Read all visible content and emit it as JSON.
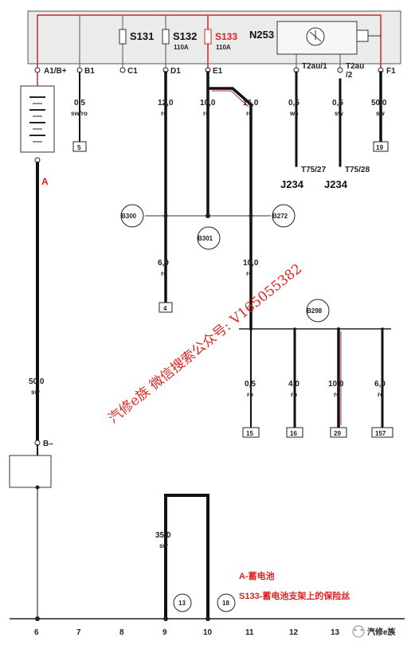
{
  "fuses": [
    {
      "id": "S131",
      "rating": ""
    },
    {
      "id": "S132",
      "rating": "110A"
    },
    {
      "id": "S133",
      "rating": "110A"
    }
  ],
  "module": "N253",
  "terminals": {
    "a1": "A1/B+",
    "b1": "B1",
    "c1": "C1",
    "d1": "D1",
    "e1": "E1",
    "t2au1": "T2au/1",
    "t2au2a": "T2au",
    "t2au2b": "/2",
    "f1": "F1",
    "bminus": "B–"
  },
  "component_labels": {
    "battery": "A"
  },
  "wires": [
    {
      "id": "b1",
      "gauge": "0,5",
      "color": "sw/ro",
      "ref": "5"
    },
    {
      "id": "d1",
      "gauge": "12,0",
      "color": "ro",
      "ref": ""
    },
    {
      "id": "e1",
      "gauge": "10,0",
      "color": "ro",
      "ref": ""
    },
    {
      "id": "e1b",
      "gauge": "16,0",
      "color": "ro",
      "ref": ""
    },
    {
      "id": "t2au1",
      "gauge": "0,5",
      "color": "ws",
      "ref": ""
    },
    {
      "id": "t2au2",
      "gauge": "0,5",
      "color": "sw",
      "ref": ""
    },
    {
      "id": "f1",
      "gauge": "50,0",
      "color": "sw",
      "ref": "19"
    },
    {
      "id": "d1-lower",
      "gauge": "6,0",
      "color": "ro",
      "ref": "4"
    },
    {
      "id": "e1-lower",
      "gauge": "10,0",
      "color": "ro",
      "ref": ""
    },
    {
      "id": "branch1",
      "gauge": "0,5",
      "color": "ro",
      "ref": "15"
    },
    {
      "id": "branch2",
      "gauge": "4,0",
      "color": "ro",
      "ref": "16"
    },
    {
      "id": "branch3",
      "gauge": "10,0",
      "color": "ro",
      "ref": "29"
    },
    {
      "id": "branch4",
      "gauge": "6,0",
      "color": "ro",
      "ref": "157"
    },
    {
      "id": "battery-main",
      "gauge": "50,0",
      "color": "sw",
      "ref": ""
    },
    {
      "id": "ground-strap",
      "gauge": "35,0",
      "color": "sw",
      "ref": ""
    }
  ],
  "connectors": {
    "t75_27": "T75/27",
    "t75_28": "T75/28",
    "j234_a": "J234",
    "j234_b": "J234"
  },
  "splices": [
    "B300",
    "B301",
    "B272",
    "B298"
  ],
  "grounds": [
    "13",
    "18"
  ],
  "bus_numbers": [
    "6",
    "7",
    "8",
    "9",
    "10",
    "11",
    "12",
    "13"
  ],
  "legend": [
    "A-蓄电池",
    "S133-蓄电池支架上的保险丝"
  ],
  "watermark": "汽修e族 微信搜索公众号: V165055382",
  "brand": "汽修e族",
  "colors": {
    "accent": "#d22222",
    "ink": "#111111"
  }
}
